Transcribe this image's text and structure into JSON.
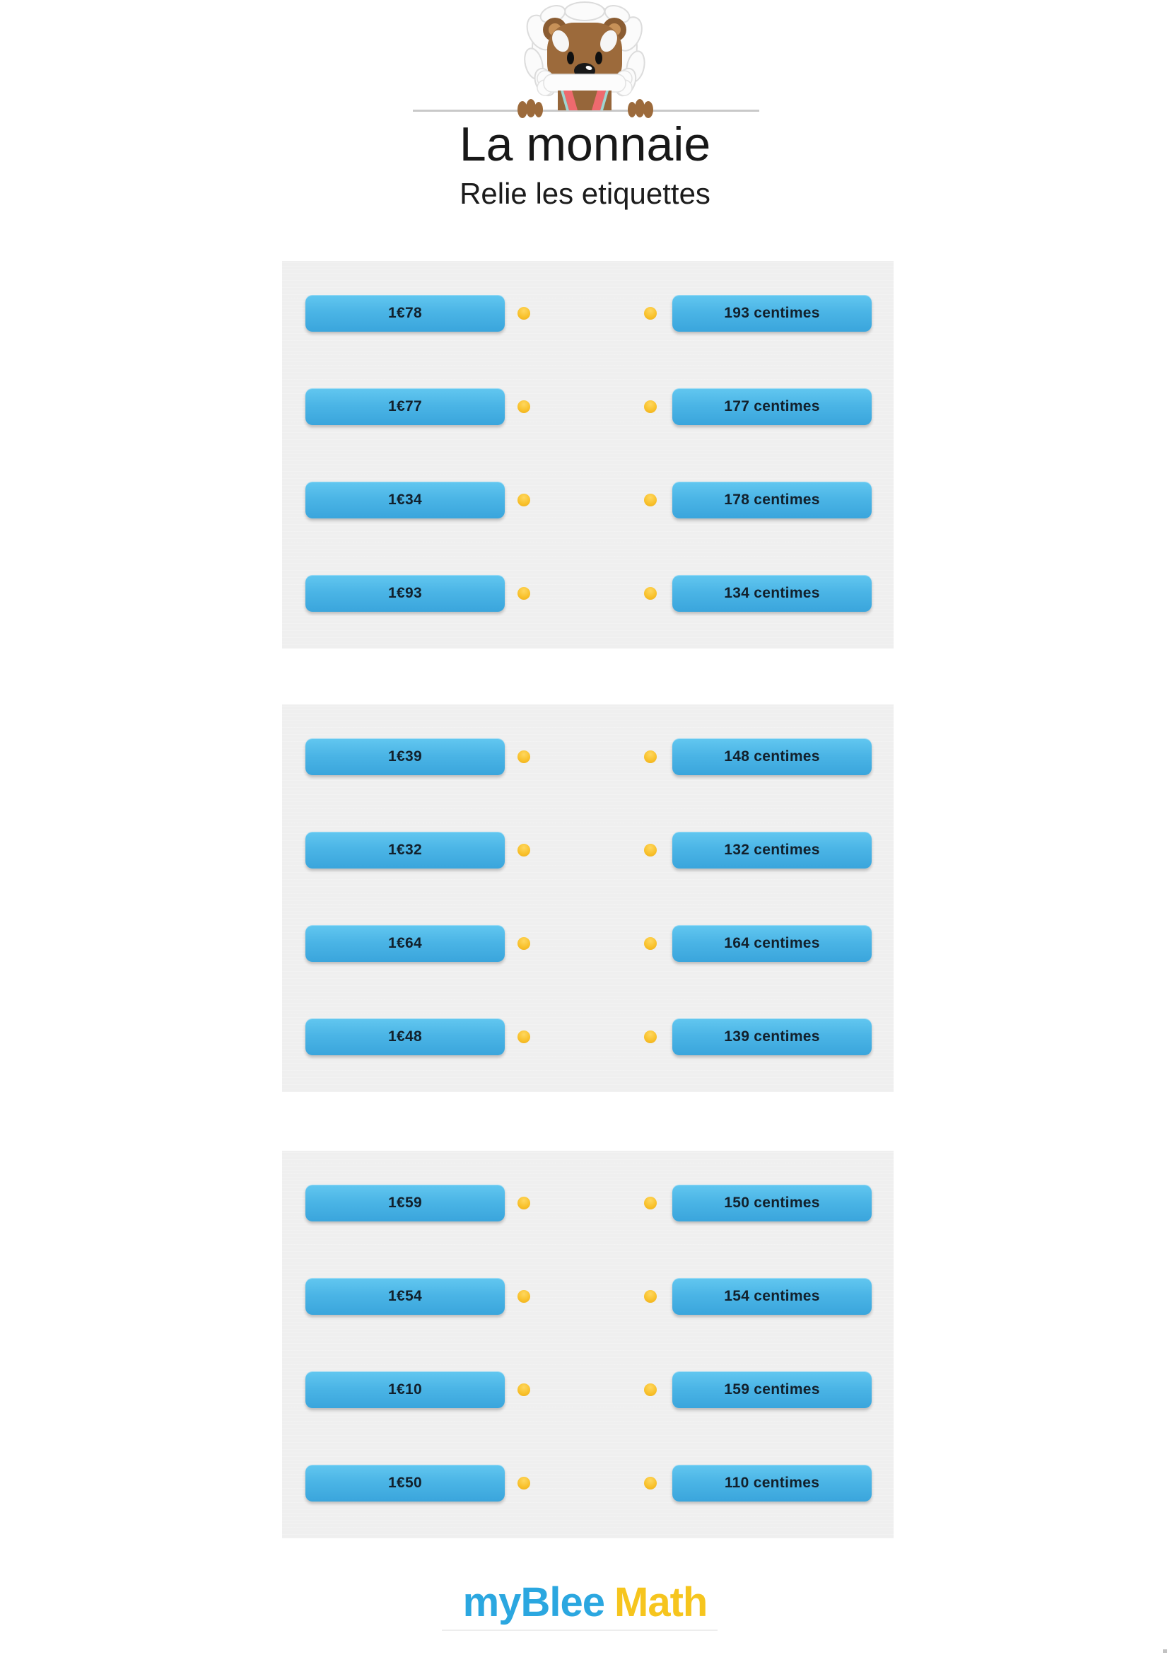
{
  "header": {
    "title": "La monnaie",
    "subtitle": "Relie les etiquettes"
  },
  "panels": [
    {
      "rows": [
        {
          "left": "1€78",
          "right": "193 centimes"
        },
        {
          "left": "1€77",
          "right": "177 centimes"
        },
        {
          "left": "1€34",
          "right": "178 centimes"
        },
        {
          "left": "1€93",
          "right": "134 centimes"
        }
      ]
    },
    {
      "rows": [
        {
          "left": "1€39",
          "right": "148 centimes"
        },
        {
          "left": "1€32",
          "right": "132 centimes"
        },
        {
          "left": "1€64",
          "right": "164 centimes"
        },
        {
          "left": "1€48",
          "right": "139 centimes"
        }
      ]
    },
    {
      "rows": [
        {
          "left": "1€59",
          "right": "150 centimes"
        },
        {
          "left": "1€54",
          "right": "154 centimes"
        },
        {
          "left": "1€10",
          "right": "159 centimes"
        },
        {
          "left": "1€50",
          "right": "110 centimes"
        }
      ]
    }
  ],
  "footer": {
    "logo_blue": "myBlee",
    "logo_gold": "Math"
  },
  "icons": {
    "mascot": "einstein-dog-mascot",
    "connector": "yellow-connector-dot"
  },
  "colors": {
    "tag_blue_top": "#62c7f0",
    "tag_blue_bottom": "#3aa5dc",
    "dot_yellow": "#f8c02a",
    "panel_gray": "#efefef",
    "logo_blue": "#2ba7e0",
    "logo_gold": "#f6c51e",
    "rule_gray": "#c9c9c9"
  }
}
